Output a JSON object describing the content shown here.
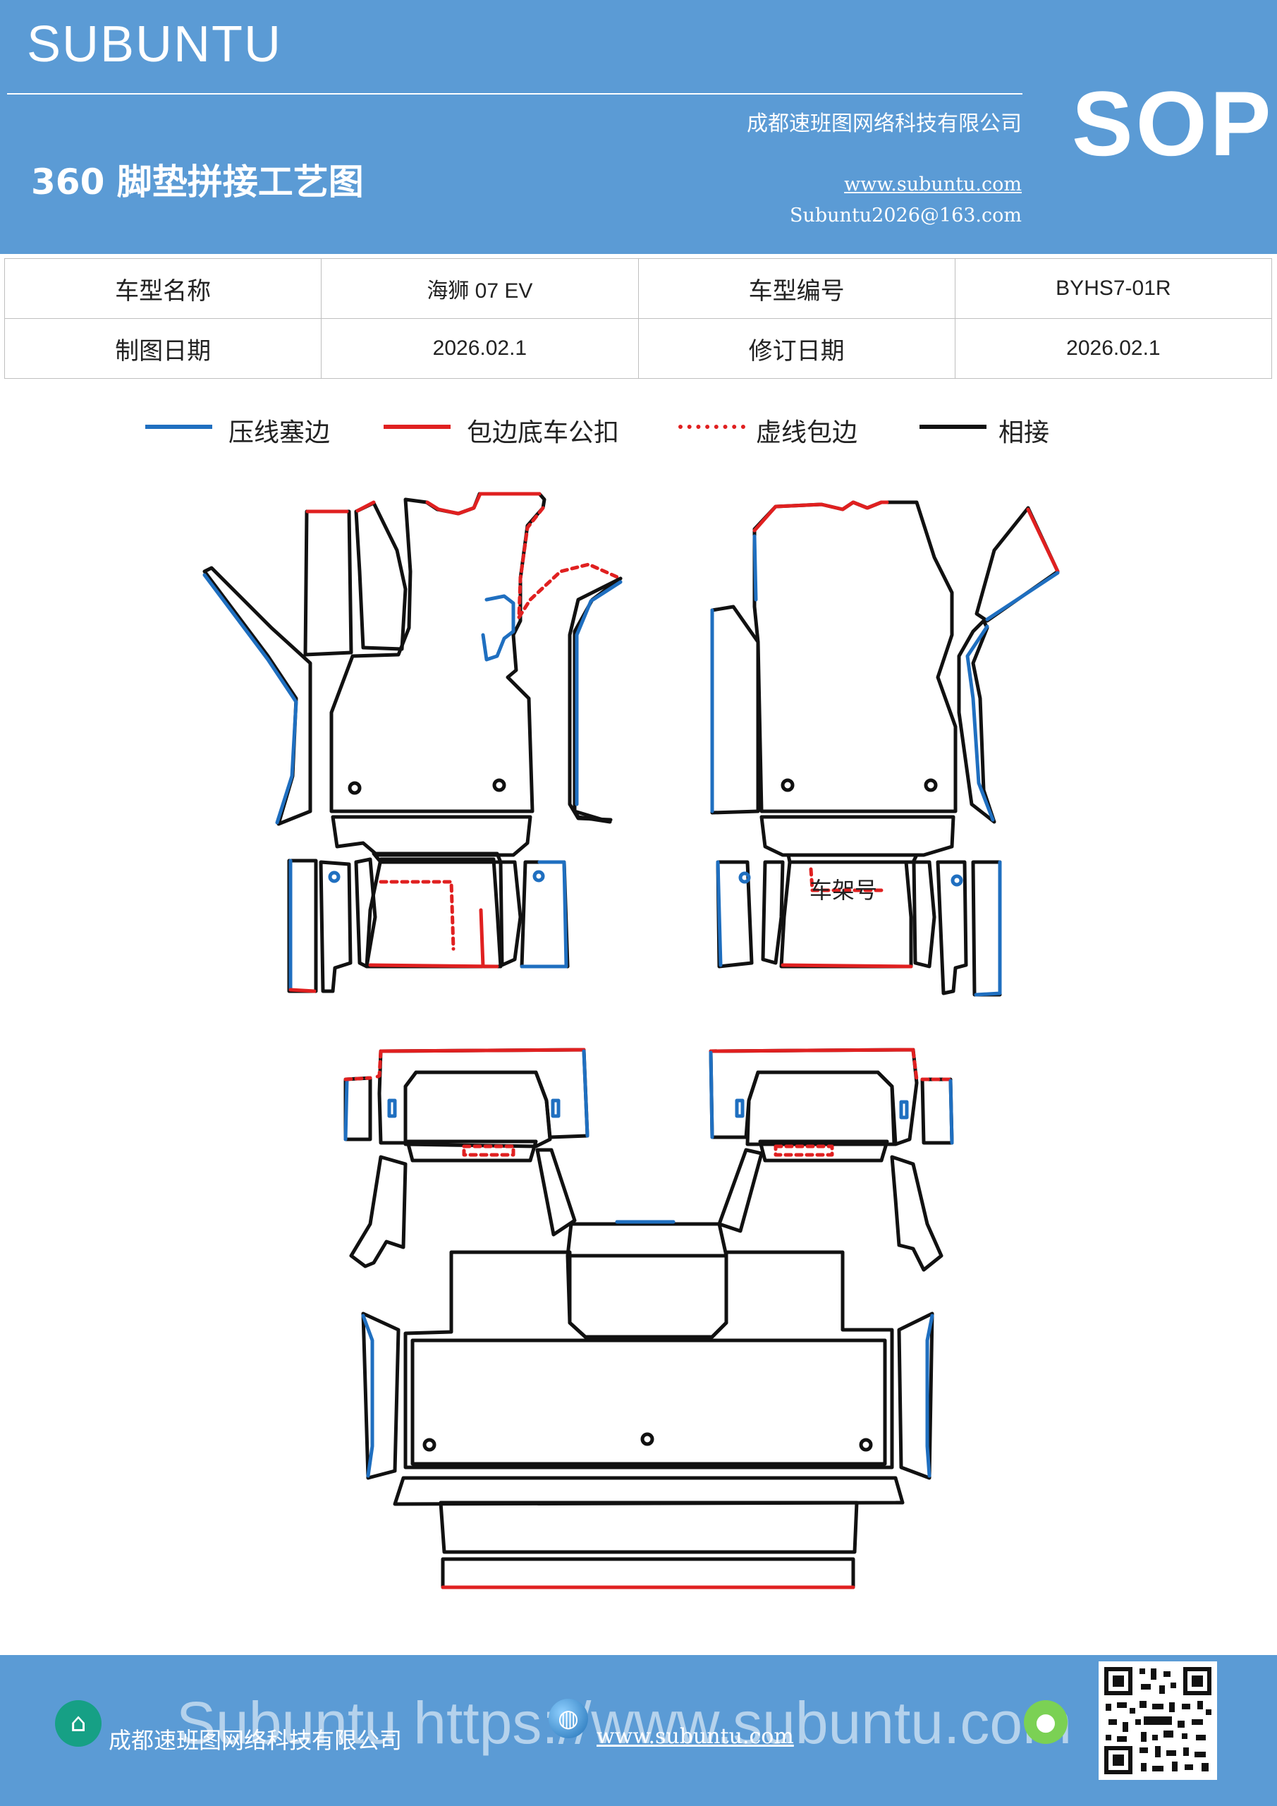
{
  "header": {
    "brand": "SUBUNTU",
    "company": "成都速班图网络科技有限公司",
    "doc_title": "360 脚垫拼接工艺图",
    "website": "www.subuntu.com",
    "email": "Subuntu2026@163.com",
    "badge": "SOP"
  },
  "info_table": {
    "rows": [
      [
        "车型名称",
        "海狮 07  EV",
        "车型编号",
        "BYHS7-01R"
      ],
      [
        "制图日期",
        "2026.02.1",
        "修订日期",
        "2026.02.1"
      ]
    ]
  },
  "legend": [
    {
      "label": "压线塞边",
      "color": "#1f6fc0",
      "style": "solid"
    },
    {
      "label": "包边底车公扣",
      "color": "#e02020",
      "style": "solid"
    },
    {
      "label": "虚线包边",
      "color": "#e02020",
      "style": "dashed"
    },
    {
      "label": "相接",
      "color": "#111111",
      "style": "solid"
    }
  ],
  "diagram": {
    "frame_label": "车架号",
    "colors": {
      "press": "#1f6fc0",
      "wrap": "#e02020",
      "join": "#111111"
    }
  },
  "footer": {
    "company": "成都速班图网络科技有限公司",
    "website": "www.subuntu.com",
    "watermark": "Subuntu  https://www.subuntu.com",
    "icons": [
      "building-icon",
      "globe-icon",
      "wechat-icon"
    ]
  }
}
